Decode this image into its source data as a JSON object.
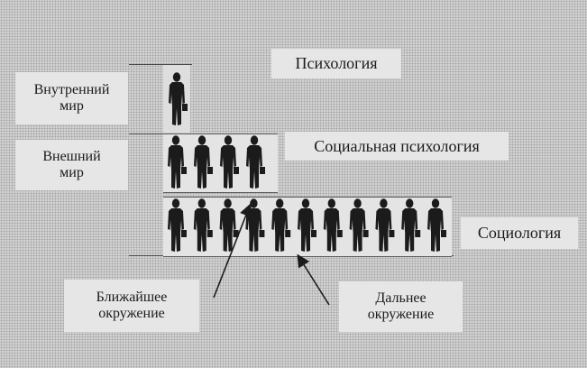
{
  "labels": {
    "inner_world": "Внутренний\nмир",
    "outer_world": "Внешний\nмир",
    "psychology": "Психология",
    "social_psychology": "Социальная психология",
    "sociology": "Социология",
    "near_environment": "Ближайшее\nокружение",
    "far_environment": "Дальнее\nокружение"
  },
  "figures": {
    "psychology_row": 1,
    "social_psychology_row": 4,
    "sociology_row": 11
  },
  "colors": {
    "figure": "#1b1b1b",
    "box": "#e6e6e6",
    "background": "#c9c9c9"
  }
}
